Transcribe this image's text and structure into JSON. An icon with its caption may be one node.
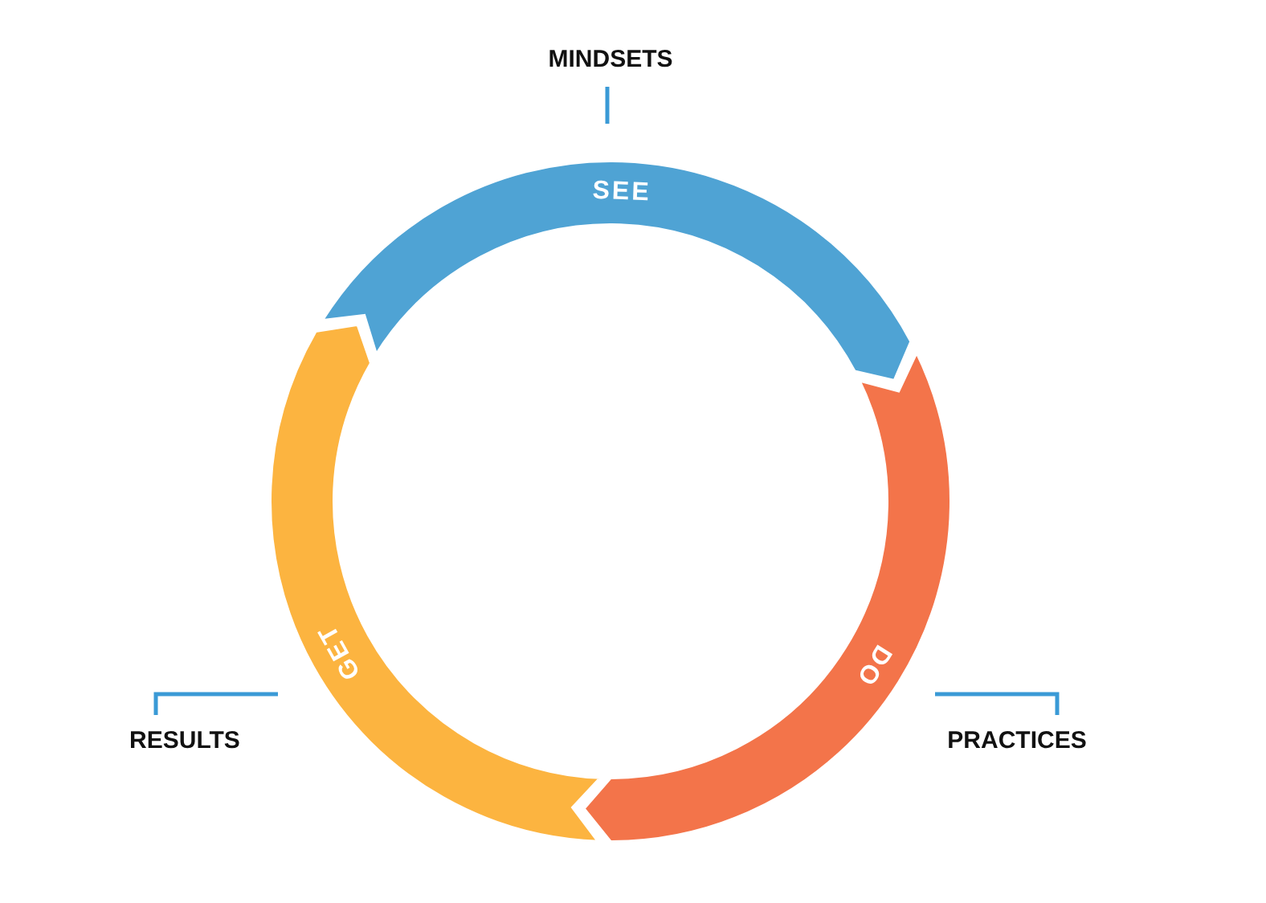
{
  "diagram": {
    "nodes": [
      {
        "text": [
          "SEE"
        ],
        "beside": [
          "MINDSETS"
        ]
      },
      {
        "text": [
          "DO"
        ],
        "beside": [
          "PRACTICES"
        ]
      },
      {
        "text": [
          "GET"
        ],
        "beside": [
          "RESULTS"
        ]
      }
    ]
  }
}
